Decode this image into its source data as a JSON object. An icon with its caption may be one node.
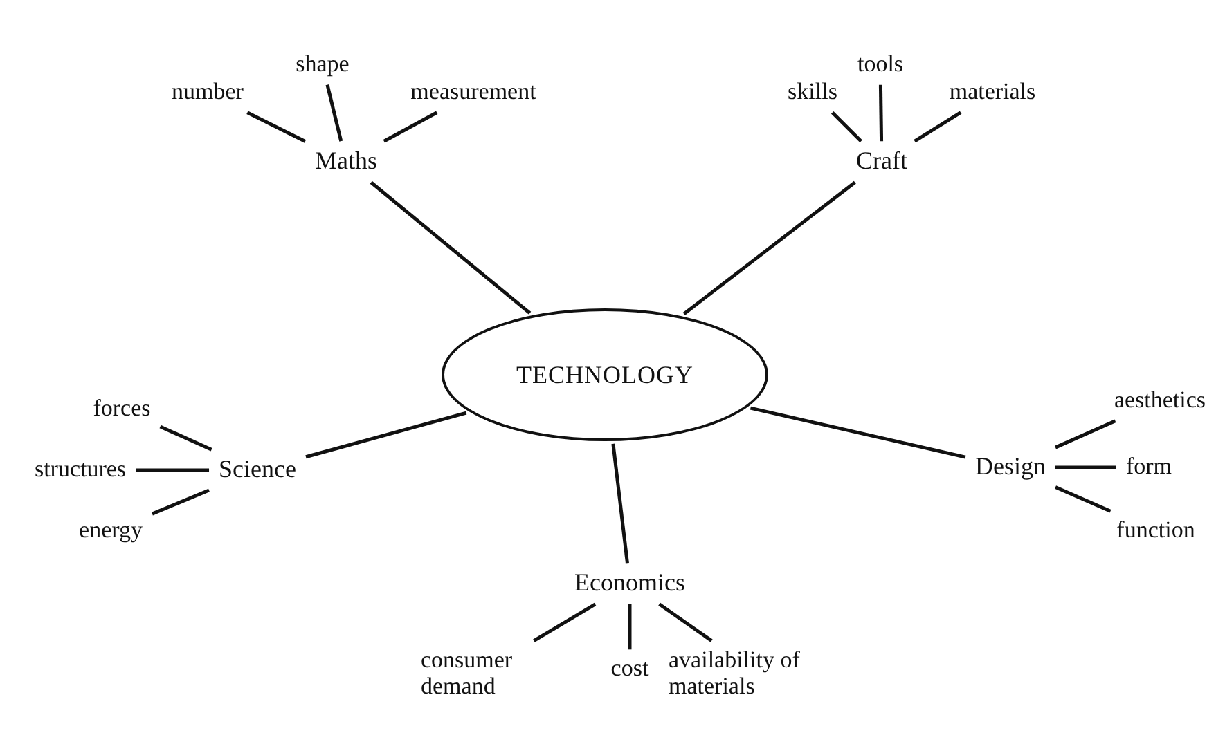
{
  "diagram": {
    "nodes": [
      {
        "text": [
          "TECHNOLOGY"
        ]
      },
      {
        "text": [
          "Maths"
        ]
      },
      {
        "text": [
          "number"
        ]
      },
      {
        "text": [
          "shape"
        ]
      },
      {
        "text": [
          "measurement"
        ]
      },
      {
        "text": [
          "Craft"
        ]
      },
      {
        "text": [
          "skills"
        ]
      },
      {
        "text": [
          "tools"
        ]
      },
      {
        "text": [
          "materials"
        ]
      },
      {
        "text": [
          "Science"
        ]
      },
      {
        "text": [
          "forces"
        ]
      },
      {
        "text": [
          "structures"
        ]
      },
      {
        "text": [
          "energy"
        ]
      },
      {
        "text": [
          "Design"
        ]
      },
      {
        "text": [
          "aesthetics"
        ]
      },
      {
        "text": [
          "form"
        ]
      },
      {
        "text": [
          "function"
        ]
      },
      {
        "text": [
          "Economics"
        ]
      },
      {
        "text": [
          "consumer demand"
        ]
      },
      {
        "text": [
          "cost"
        ]
      },
      {
        "text": [
          "availability of materials"
        ]
      }
    ],
    "edges": [
      {
        "from": 0,
        "to": 1,
        "arrow": "none"
      },
      {
        "from": 1,
        "to": 2,
        "arrow": "none"
      },
      {
        "from": 1,
        "to": 3,
        "arrow": "none"
      },
      {
        "from": 1,
        "to": 4,
        "arrow": "none"
      },
      {
        "from": 0,
        "to": 5,
        "arrow": "none"
      },
      {
        "from": 5,
        "to": 6,
        "arrow": "none"
      },
      {
        "from": 5,
        "to": 7,
        "arrow": "none"
      },
      {
        "from": 5,
        "to": 8,
        "arrow": "none"
      },
      {
        "from": 0,
        "to": 9,
        "arrow": "none"
      },
      {
        "from": 9,
        "to": 10,
        "arrow": "none"
      },
      {
        "from": 9,
        "to": 11,
        "arrow": "none"
      },
      {
        "from": 9,
        "to": 12,
        "arrow": "none"
      },
      {
        "from": 0,
        "to": 13,
        "arrow": "none"
      },
      {
        "from": 13,
        "to": 14,
        "arrow": "none"
      },
      {
        "from": 13,
        "to": 15,
        "arrow": "none"
      },
      {
        "from": 13,
        "to": 16,
        "arrow": "none"
      },
      {
        "from": 0,
        "to": 17,
        "arrow": "none"
      },
      {
        "from": 17,
        "to": 18,
        "arrow": "none"
      },
      {
        "from": 17,
        "to": 19,
        "arrow": "none"
      },
      {
        "from": 17,
        "to": 20,
        "arrow": "none"
      }
    ]
  }
}
